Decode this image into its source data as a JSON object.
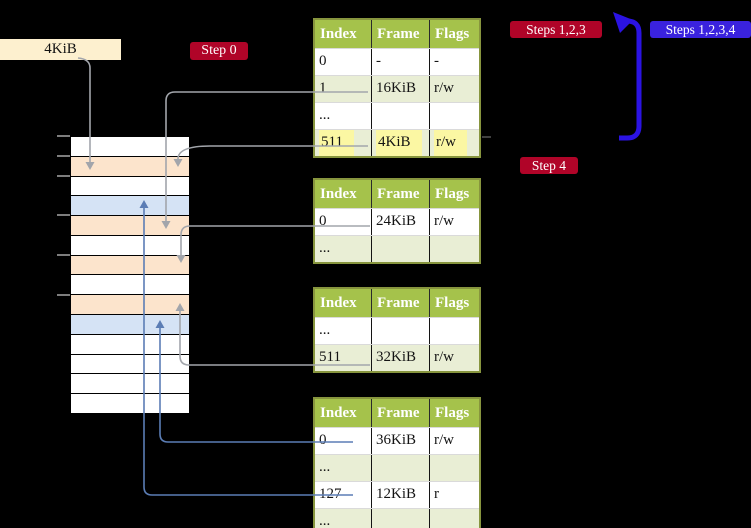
{
  "legend_box": {
    "label": "4KiB"
  },
  "badges": {
    "step0": {
      "label": "Step 0",
      "color": "#b00428"
    },
    "steps123": {
      "label": "Steps 1,2,3",
      "color": "#b00428"
    },
    "steps1234": {
      "label": "Steps 1,2,3,4",
      "color": "#3a22de"
    },
    "step4": {
      "label": "Step 4",
      "color": "#b00428"
    }
  },
  "tables": [
    {
      "headers": [
        "Index",
        "Frame",
        "Flags"
      ],
      "rows": [
        {
          "cells": [
            "0",
            "-",
            "-"
          ],
          "highlight": false
        },
        {
          "cells": [
            "1",
            "16KiB",
            "r/w"
          ],
          "highlight": false
        },
        {
          "cells": [
            "...",
            "",
            ""
          ],
          "highlight": false
        },
        {
          "cells": [
            "511",
            "4KiB",
            "r/w"
          ],
          "highlight": true
        }
      ]
    },
    {
      "headers": [
        "Index",
        "Frame",
        "Flags"
      ],
      "rows": [
        {
          "cells": [
            "0",
            "24KiB",
            "r/w"
          ],
          "highlight": false
        },
        {
          "cells": [
            "...",
            "",
            ""
          ],
          "highlight": false
        }
      ]
    },
    {
      "headers": [
        "Index",
        "Frame",
        "Flags"
      ],
      "rows": [
        {
          "cells": [
            "...",
            "",
            ""
          ],
          "highlight": false
        },
        {
          "cells": [
            "511",
            "32KiB",
            "r/w"
          ],
          "highlight": false
        }
      ]
    },
    {
      "headers": [
        "Index",
        "Frame",
        "Flags"
      ],
      "rows": [
        {
          "cells": [
            "0",
            "36KiB",
            "r/w"
          ],
          "highlight": false
        },
        {
          "cells": [
            "...",
            "",
            ""
          ],
          "highlight": false
        },
        {
          "cells": [
            "127",
            "12KiB",
            "r"
          ],
          "highlight": false
        },
        {
          "cells": [
            "...",
            "",
            ""
          ],
          "highlight": false
        }
      ]
    }
  ],
  "memory": {
    "rows": [
      "white",
      "peach",
      "white",
      "blue",
      "peach",
      "white",
      "peach",
      "white",
      "peach",
      "blue",
      "white",
      "white",
      "white",
      "white"
    ]
  },
  "colors": {
    "table_header_green": "#a5c24b",
    "table_row_green": "#e9eed5",
    "table_border_olive": "#87953e",
    "highlight_yellow": "#fbf7a3",
    "frame_peach": "#fce4cc",
    "page_blue": "#d5e3f5",
    "label_cream": "#fdf0cf",
    "badge_red": "#b00428",
    "badge_blue": "#3a22de",
    "recursive_arrow_blue": "#2b13e3",
    "pointer_gray": "#a2a5ab",
    "pointer_steel_blue": "#5b7db5"
  }
}
